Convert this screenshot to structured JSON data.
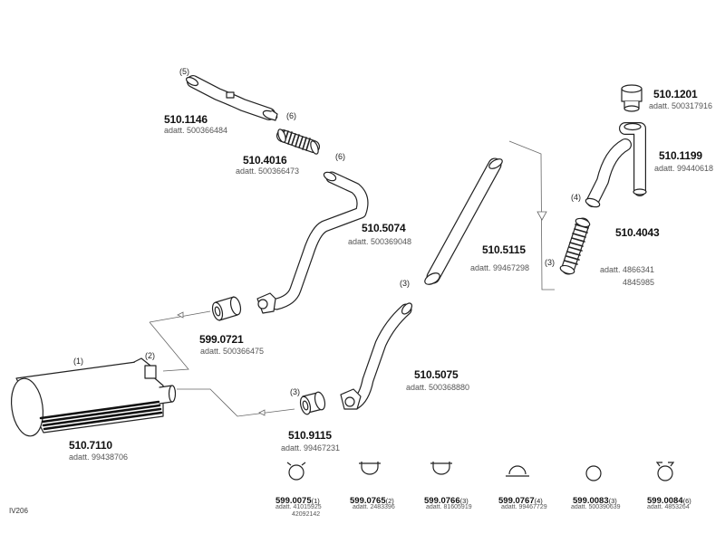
{
  "parts": [
    {
      "id": "p1",
      "number": "510.1146",
      "adatt": "adatt. 500366484",
      "pos": "(5)"
    },
    {
      "id": "p2",
      "number": "510.4016",
      "adatt": "adatt. 500366473",
      "pos": "(6)"
    },
    {
      "id": "p3",
      "number": "510.5074",
      "adatt": "adatt. 500369048",
      "pos": "(6)"
    },
    {
      "id": "p4",
      "number": "599.0721",
      "adatt": "adatt. 500366475"
    },
    {
      "id": "p5",
      "number": "510.7110",
      "adatt": "adatt. 99438706",
      "pos": "(1)"
    },
    {
      "id": "p6",
      "number": "510.9115",
      "adatt": "adatt. 99467231",
      "pos": "(3)"
    },
    {
      "id": "p7",
      "number": "510.5075",
      "adatt": "adatt. 500368880"
    },
    {
      "id": "p8",
      "number": "510.5115",
      "adatt": "adatt. 99467298",
      "pos": "(3)"
    },
    {
      "id": "p9",
      "number": "510.1201",
      "adatt": "adatt. 500317916"
    },
    {
      "id": "p10",
      "number": "510.1199",
      "adatt": "adatt. 99440618"
    },
    {
      "id": "p11",
      "number": "510.4043",
      "adatt": "adatt. 4866341",
      "adatt2": "4845985",
      "pos": "(4)",
      "pos2": "(3)"
    }
  ],
  "extra_positions": {
    "muffler_outlet": "(2)"
  },
  "small_parts": [
    {
      "number": "599.0075",
      "qty": "(1)",
      "adatt": "adatt. 41015925",
      "adatt2": "42092142",
      "icon": "hose-clamp-icon"
    },
    {
      "number": "599.0765",
      "qty": "(2)",
      "adatt": "adatt. 2483396",
      "icon": "u-bolt-clamp-icon"
    },
    {
      "number": "599.0766",
      "qty": "(3)",
      "adatt": "adatt. 81605919",
      "icon": "u-bolt-clamp-icon"
    },
    {
      "number": "599.0767",
      "qty": "(4)",
      "adatt": "adatt. 99467729",
      "icon": "saddle-clamp-icon"
    },
    {
      "number": "599.0083",
      "qty": "(3)",
      "adatt": "adatt. 500390639",
      "icon": "ring-gasket-icon"
    },
    {
      "number": "599.0084",
      "qty": "(6)",
      "adatt": "adatt. 4853264",
      "icon": "band-clamp-icon"
    }
  ],
  "diagram_code": "IV206"
}
